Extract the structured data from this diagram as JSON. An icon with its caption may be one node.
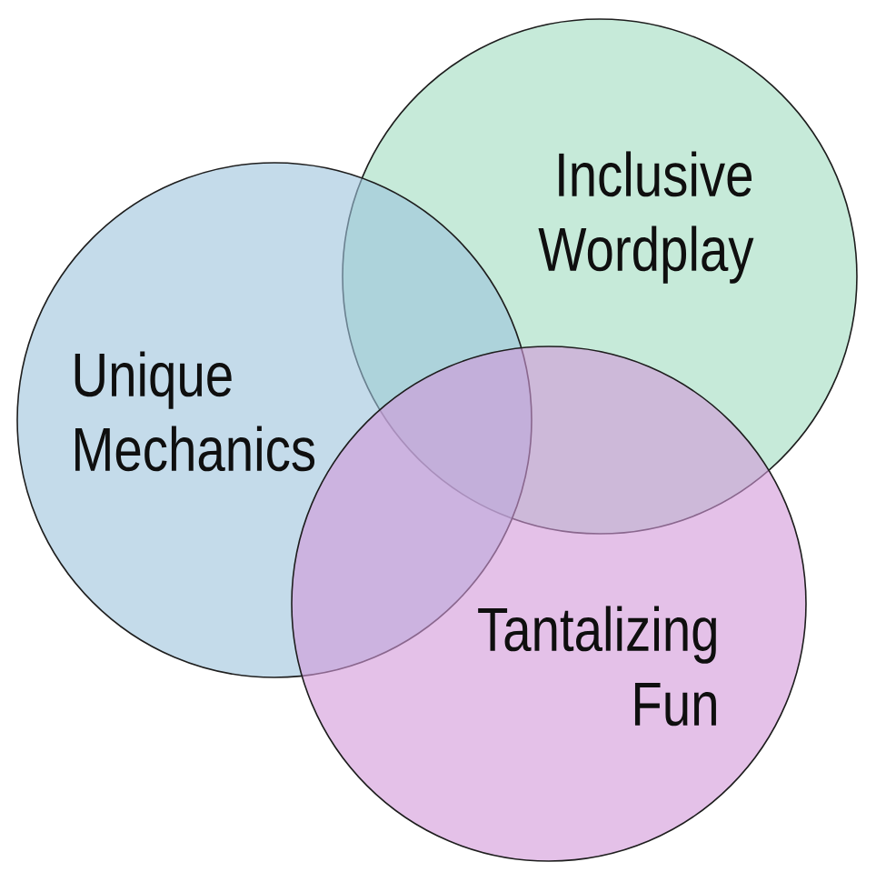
{
  "diagram": {
    "nodes": [
      {
        "text": [
          "Inclusive Wordplay"
        ]
      },
      {
        "text": [
          "Unique Mechanics"
        ]
      },
      {
        "text": [
          "Tantalizing Fun"
        ]
      }
    ]
  }
}
